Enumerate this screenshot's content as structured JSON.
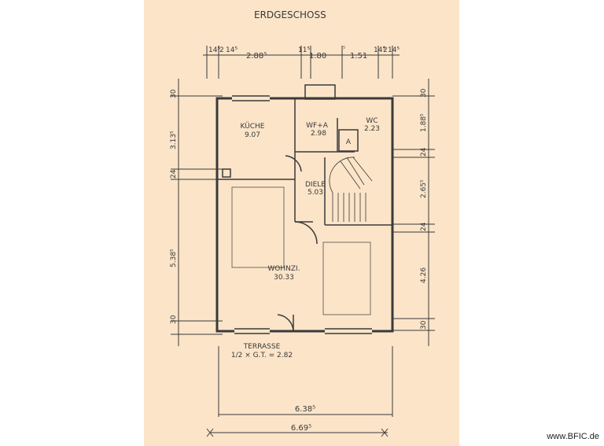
{
  "title": "ERDGESCHOSS",
  "top_dims": [
    "14⁵",
    "2",
    "14⁵",
    "2.88⁵",
    "11⁵",
    "1.80",
    "⁵",
    "1.51",
    "14⁵",
    "2",
    "14⁵"
  ],
  "left_dims": [
    "30",
    "3.13⁵",
    "24",
    "5.38⁵",
    "30"
  ],
  "right_dims": [
    "30",
    "1.88⁵",
    "24",
    "2.65⁵",
    "24",
    "4.26",
    "30"
  ],
  "rooms": {
    "kueche": {
      "name": "KÜCHE",
      "area": "9.07"
    },
    "wfa": {
      "name": "WF+A",
      "area": "2.98"
    },
    "wc": {
      "name": "WC",
      "area": "2.23"
    },
    "diele": {
      "name": "DIELE",
      "area": "5.03"
    },
    "wohnzi": {
      "name": "WOHNZI.",
      "area": "30.33"
    },
    "a_label": "A"
  },
  "terrasse": {
    "name": "TERRASSE",
    "formula": "1/2 × G.T. = 2.82"
  },
  "bottom_dims": {
    "inner": "6.38⁵",
    "outer": "6.69⁵"
  },
  "watermark": "www.BFIC.de",
  "colors": {
    "paper": "#fbe4c8",
    "ink": "#3a3a3a"
  }
}
